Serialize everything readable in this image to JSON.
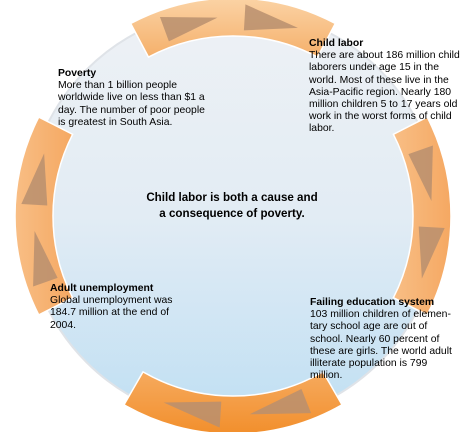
{
  "colors": {
    "circle_top": "#eef1f5",
    "circle_bottom": "#bfdff3",
    "circle_edge": "#e3e6ea",
    "segment_light": "#f8c58f",
    "segment_dark": "#f7a65a",
    "arrow": "#b88f6e"
  },
  "center_text": "Child labor is both a cause and\na consequence of poverty.",
  "blocks": {
    "child_labor": {
      "title": "Child labor",
      "body": "There are about 186 million child\nlaborers under age 15 in the\nworld. Most of these live in the\nAsia-Pacific region. Nearly 180\nmillion children 5 to 17 years old\nwork in the worst forms of child\nlabor."
    },
    "poverty": {
      "title": "Poverty",
      "body": "More than 1 billion people\nworldwide live on less than $1 a\nday. The number of poor people\nis greatest in South Asia."
    },
    "adult_unemployment": {
      "title": "Adult unemployment",
      "body": "Global unemployment was\n184.7 million at the end of\n2004."
    },
    "failing_education": {
      "title": "Failing education system",
      "body": "103 million children of elemen-\ntary school age are out of\nschool. Nearly 60 percent of\nthese are girls. The world adult\nilliterate population is 799\nmillion."
    }
  }
}
